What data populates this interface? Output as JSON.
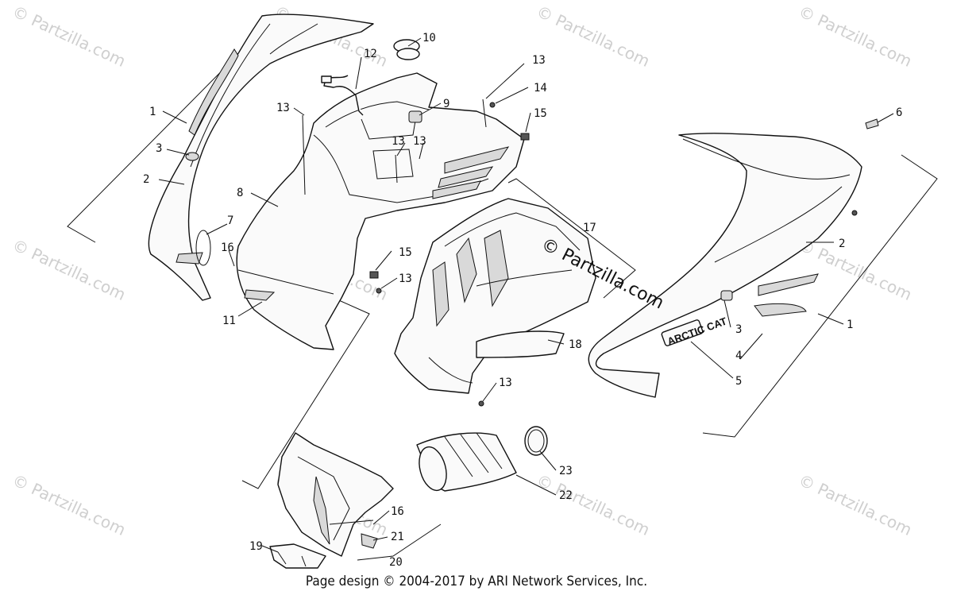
{
  "watermark": {
    "text": "© Partzilla.com"
  },
  "diagram_copyright": "© Partzilla.com",
  "brand_label": "ARCTIC CAT",
  "footer": "Page design © 2004-2017 by ARI Network Services, Inc.",
  "callouts": {
    "c1a": "1",
    "c2a": "2",
    "c3a": "3",
    "c7": "7",
    "c16a": "16",
    "c11": "11",
    "c8": "8",
    "c13a": "13",
    "c12": "12",
    "c10": "10",
    "c9": "9",
    "c13b": "13",
    "c13c": "13",
    "c14": "14",
    "c15a": "15",
    "c6": "6",
    "c2b": "2",
    "c1b": "1",
    "c3b": "3",
    "c4": "4",
    "c5": "5",
    "c17": "17",
    "c15b": "15",
    "c13d": "13",
    "c18": "18",
    "c13e": "13",
    "c23": "23",
    "c22": "22",
    "c16b": "16",
    "c21": "21",
    "c20": "20",
    "c19": "19"
  }
}
